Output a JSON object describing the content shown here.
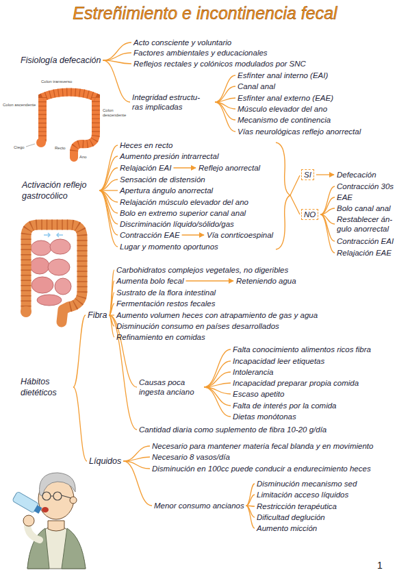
{
  "diagram": {
    "title": "Estreñimiento e incontinencia fecal",
    "nodes": [
      {
        "text": [
          "Fisiología defecación"
        ]
      },
      {
        "text": [
          "Acto consciente y voluntario"
        ]
      },
      {
        "text": [
          "Factores ambientales y educacionales"
        ]
      },
      {
        "text": [
          "Reflejos rectales y colónicos modulados por SNC"
        ]
      },
      {
        "text": [
          "Integridad estructu- ras implicadas"
        ]
      },
      {
        "text": [
          "Esfínter anal interno (EAI)"
        ]
      },
      {
        "text": [
          "Canal anal"
        ]
      },
      {
        "text": [
          "Esfínter anal externo (EAE)"
        ]
      },
      {
        "text": [
          "Músculo elevador del ano"
        ]
      },
      {
        "text": [
          "Mecanismo de continencia"
        ]
      },
      {
        "text": [
          "Vías neurológicas reflejo anorrectal"
        ]
      },
      {
        "text": [
          "Activación reflejo gastrocólico"
        ]
      },
      {
        "text": [
          "Heces en recto"
        ]
      },
      {
        "text": [
          "Aumento presión intrarrectal"
        ]
      },
      {
        "text": [
          "Relajación EAI"
        ]
      },
      {
        "text": [
          "Reflejo anorrectal"
        ]
      },
      {
        "text": [
          "Sensación de distensión"
        ]
      },
      {
        "text": [
          "Apertura ángulo anorrectal"
        ]
      },
      {
        "text": [
          "Relajación músculo elevador del ano"
        ]
      },
      {
        "text": [
          "Bolo en extremo superior canal anal"
        ]
      },
      {
        "text": [
          "Discriminación líquido/sólido/gas"
        ]
      },
      {
        "text": [
          "Contracción EAE"
        ]
      },
      {
        "text": [
          "Vía conrticoespinal"
        ]
      },
      {
        "text": [
          "Lugar y momento oportunos"
        ]
      },
      {
        "text": [
          "SI"
        ]
      },
      {
        "text": [
          "Defecación"
        ]
      },
      {
        "text": [
          "NO"
        ]
      },
      {
        "text": [
          "Contracción 30s"
        ]
      },
      {
        "text": [
          "EAE"
        ]
      },
      {
        "text": [
          "Bolo canal anal"
        ]
      },
      {
        "text": [
          "Restablecer án- gulo anorrectal"
        ]
      },
      {
        "text": [
          "Contracción EAI"
        ]
      },
      {
        "text": [
          "Relajación EAE"
        ]
      },
      {
        "text": [
          "Hábitos dietéticos"
        ]
      },
      {
        "text": [
          "Fibra"
        ]
      },
      {
        "text": [
          "Carbohidratos complejos vegetales, no digeribles"
        ]
      },
      {
        "text": [
          "Aumenta bolo fecal"
        ]
      },
      {
        "text": [
          "Reteniendo agua"
        ]
      },
      {
        "text": [
          "Sustrato de la flora intestinal"
        ]
      },
      {
        "text": [
          "Fermentación restos fecales"
        ]
      },
      {
        "text": [
          "Aumento volumen heces con atrapamiento de gas y agua"
        ]
      },
      {
        "text": [
          "Disminución consumo en países desarrollados"
        ]
      },
      {
        "text": [
          "Refinamiento en comidas"
        ]
      },
      {
        "text": [
          "Causas poca ingesta anciano"
        ]
      },
      {
        "text": [
          "Falta conocimiento alimentos ricos fibra"
        ]
      },
      {
        "text": [
          "Incapacidad leer etiquetas"
        ]
      },
      {
        "text": [
          "Intolerancia"
        ]
      },
      {
        "text": [
          "Incapacidad preparar propia comida"
        ]
      },
      {
        "text": [
          "Escaso apetito"
        ]
      },
      {
        "text": [
          "Falta de interés por la comida"
        ]
      },
      {
        "text": [
          "Dietas monótonas"
        ]
      },
      {
        "text": [
          "Cantidad diaria como suplemento de fibra 10-20 g/día"
        ]
      },
      {
        "text": [
          "Líquidos"
        ]
      },
      {
        "text": [
          "Necesario para mantener materia fecal blanda y en movimiento"
        ]
      },
      {
        "text": [
          "Necesario 8 vasos/día"
        ]
      },
      {
        "text": [
          "Disminución en 100cc puede conducir a endurecimiento heces"
        ]
      },
      {
        "text": [
          "Menor consumo ancianos"
        ]
      },
      {
        "text": [
          "Disminución mecanismo sed"
        ]
      },
      {
        "text": [
          "Limitación acceso líquidos"
        ]
      },
      {
        "text": [
          "Restricción terapéutica"
        ]
      },
      {
        "text": [
          "Dificultad deglución"
        ]
      },
      {
        "text": [
          "Aumento micción"
        ]
      }
    ],
    "edges": [
      {
        "from": 0,
        "to": 1,
        "arrow": "none"
      },
      {
        "from": 0,
        "to": 2,
        "arrow": "none"
      },
      {
        "from": 0,
        "to": 3,
        "arrow": "none"
      },
      {
        "from": 0,
        "to": 4,
        "arrow": "none"
      },
      {
        "from": 4,
        "to": 5,
        "arrow": "none"
      },
      {
        "from": 4,
        "to": 6,
        "arrow": "none"
      },
      {
        "from": 4,
        "to": 7,
        "arrow": "none"
      },
      {
        "from": 4,
        "to": 8,
        "arrow": "none"
      },
      {
        "from": 4,
        "to": 9,
        "arrow": "none"
      },
      {
        "from": 4,
        "to": 10,
        "arrow": "none"
      },
      {
        "from": 11,
        "to": 12,
        "arrow": "none"
      },
      {
        "from": 11,
        "to": 13,
        "arrow": "none"
      },
      {
        "from": 11,
        "to": 14,
        "arrow": "none"
      },
      {
        "from": 11,
        "to": 16,
        "arrow": "none"
      },
      {
        "from": 11,
        "to": 17,
        "arrow": "none"
      },
      {
        "from": 11,
        "to": 18,
        "arrow": "none"
      },
      {
        "from": 11,
        "to": 19,
        "arrow": "none"
      },
      {
        "from": 11,
        "to": 20,
        "arrow": "none"
      },
      {
        "from": 11,
        "to": 21,
        "arrow": "none"
      },
      {
        "from": 11,
        "to": 23,
        "arrow": "none"
      },
      {
        "from": 14,
        "to": 15,
        "arrow": "to"
      },
      {
        "from": 21,
        "to": 22,
        "arrow": "to"
      },
      {
        "from": 24,
        "to": 25,
        "arrow": "to"
      },
      {
        "from": 26,
        "to": 27,
        "arrow": "none"
      },
      {
        "from": 26,
        "to": 28,
        "arrow": "none"
      },
      {
        "from": 26,
        "to": 29,
        "arrow": "none"
      },
      {
        "from": 26,
        "to": 30,
        "arrow": "none"
      },
      {
        "from": 26,
        "to": 31,
        "arrow": "none"
      },
      {
        "from": 26,
        "to": 32,
        "arrow": "none"
      },
      {
        "from": 33,
        "to": 34,
        "arrow": "none"
      },
      {
        "from": 33,
        "to": 52,
        "arrow": "none"
      },
      {
        "from": 34,
        "to": 35,
        "arrow": "none"
      },
      {
        "from": 34,
        "to": 36,
        "arrow": "none"
      },
      {
        "from": 34,
        "to": 38,
        "arrow": "none"
      },
      {
        "from": 34,
        "to": 39,
        "arrow": "none"
      },
      {
        "from": 34,
        "to": 40,
        "arrow": "none"
      },
      {
        "from": 34,
        "to": 41,
        "arrow": "none"
      },
      {
        "from": 34,
        "to": 42,
        "arrow": "none"
      },
      {
        "from": 34,
        "to": 43,
        "arrow": "none"
      },
      {
        "from": 34,
        "to": 51,
        "arrow": "none"
      },
      {
        "from": 36,
        "to": 37,
        "arrow": "to"
      },
      {
        "from": 43,
        "to": 44,
        "arrow": "none"
      },
      {
        "from": 43,
        "to": 45,
        "arrow": "none"
      },
      {
        "from": 43,
        "to": 46,
        "arrow": "none"
      },
      {
        "from": 43,
        "to": 47,
        "arrow": "none"
      },
      {
        "from": 43,
        "to": 48,
        "arrow": "none"
      },
      {
        "from": 43,
        "to": 49,
        "arrow": "none"
      },
      {
        "from": 43,
        "to": 50,
        "arrow": "none"
      },
      {
        "from": 52,
        "to": 53,
        "arrow": "none"
      },
      {
        "from": 52,
        "to": 54,
        "arrow": "none"
      },
      {
        "from": 52,
        "to": 55,
        "arrow": "none"
      },
      {
        "from": 52,
        "to": 56,
        "arrow": "none"
      },
      {
        "from": 56,
        "to": 57,
        "arrow": "none"
      },
      {
        "from": 56,
        "to": 58,
        "arrow": "none"
      },
      {
        "from": 56,
        "to": 59,
        "arrow": "none"
      },
      {
        "from": 56,
        "to": 60,
        "arrow": "none"
      },
      {
        "from": 56,
        "to": 61,
        "arrow": "none"
      }
    ],
    "labels": [
      "Colon transverso",
      "Colon ascendente",
      "Colon descendente",
      "Ciego",
      "Recto",
      "Ano",
      "1"
    ]
  }
}
